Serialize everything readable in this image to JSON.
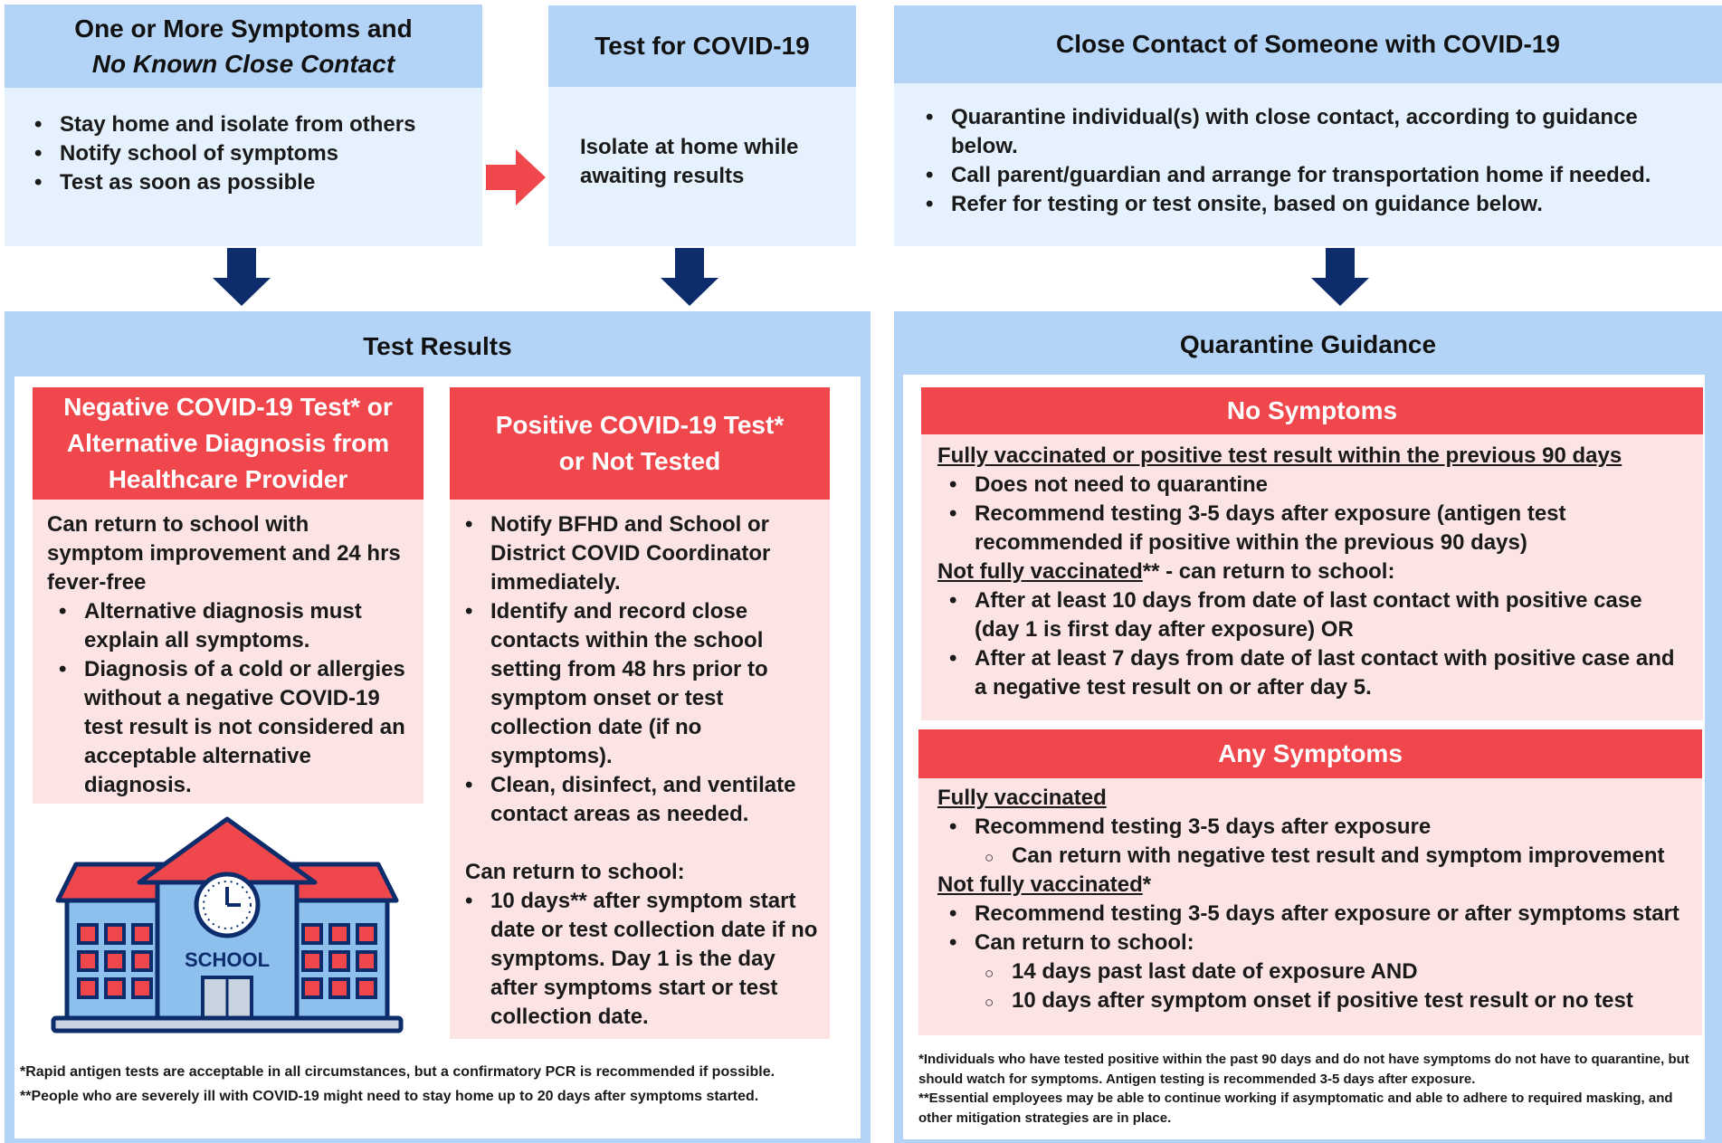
{
  "top_left": {
    "title_line1": "One or More Symptoms and",
    "title_line2": "No Known Close Contact",
    "bullets": [
      "Stay home and isolate from others",
      "Notify school of symptoms",
      "Test as soon as possible"
    ]
  },
  "top_mid": {
    "title": "Test for COVID-19",
    "body_line1": "Isolate at home while",
    "body_line2": "awaiting results"
  },
  "top_right": {
    "title": "Close Contact of Someone with COVID-19",
    "bullets": [
      "Quarantine individual(s) with close contact, according to guidance below.",
      "Call parent/guardian and arrange for transportation home if needed.",
      "Refer for testing or test onsite, based on guidance below."
    ]
  },
  "test_results": {
    "title": "Test Results",
    "negative": {
      "header": [
        "Negative COVID-19 Test* or",
        "Alternative Diagnosis from",
        "Healthcare Provider"
      ],
      "intro": "Can return to school with symptom improvement and 24 hrs fever-free",
      "bullets": [
        "Alternative diagnosis must explain all symptoms.",
        "Diagnosis of a cold or allergies without a negative COVID-19 test result is not considered an acceptable alternative diagnosis."
      ]
    },
    "positive": {
      "header": [
        "Positive COVID-19 Test*",
        "or Not Tested"
      ],
      "bullets": [
        "Notify BFHD and School or District COVID Coordinator immediately.",
        "Identify and record close contacts within the school setting from 48 hrs prior to symptom onset or test collection date (if no symptoms).",
        "Clean, disinfect, and ventilate contact areas as needed."
      ],
      "return_label": "Can return to school:",
      "return_bullets": [
        "10 days** after symptom start date or test collection date if no symptoms. Day 1 is the day after symptoms start or test collection date."
      ]
    },
    "school_sign": "SCHOOL",
    "footnotes": [
      "*Rapid antigen tests are acceptable in all circumstances, but a confirmatory PCR is recommended if possible.",
      "**People who are severely ill with COVID-19 might need to stay home up to 20 days after symptoms started."
    ]
  },
  "quarantine": {
    "title": "Quarantine Guidance",
    "no_symptoms": {
      "header": "No Symptoms",
      "group1_label": "Fully vaccinated or positive test result within the previous 90 days",
      "group1_bullets": [
        "Does not need to quarantine",
        "Recommend testing 3-5 days after exposure (antigen test recommended if positive within the previous 90 days)"
      ],
      "group2_label": "Not fully vaccinated",
      "group2_suffix": "** - can return to school:",
      "group2_bullets": [
        "After at least 10 days from date of last contact with positive case (day 1 is first day after exposure) OR",
        "After at least 7 days from date of last contact with positive case and a negative test result on or after day 5."
      ]
    },
    "any_symptoms": {
      "header": "Any Symptoms",
      "group1_label": "Fully vaccinated",
      "group1_bullet": "Recommend testing 3-5 days after exposure",
      "group1_sub": "Can return with negative test result and symptom improvement",
      "group2_label": "Not fully vaccinated",
      "group2_suffix": "*",
      "group2_bullets": [
        "Recommend testing 3-5 days after exposure or after symptoms start",
        "Can return to school:"
      ],
      "group2_subs": [
        "14 days past last date of exposure AND",
        "10 days after symptom onset if positive test result or no test"
      ]
    },
    "footnotes": [
      "*Individuals who have tested positive within the past 90 days and do not have symptoms do not have to quarantine, but should watch for symptoms. Antigen testing is recommended 3-5 days after exposure.",
      "**Essential employees may be able to continue working if asymptomatic and able to adhere to required masking, and other mitigation strategies are in place."
    ]
  },
  "colors": {
    "header_blue": "#b3d4f7",
    "body_blue": "#e5f1fd",
    "red": "#f0474c",
    "pink": "#fce3e4",
    "arrow_navy": "#0c2c6b",
    "arrow_red": "#f0474c"
  }
}
